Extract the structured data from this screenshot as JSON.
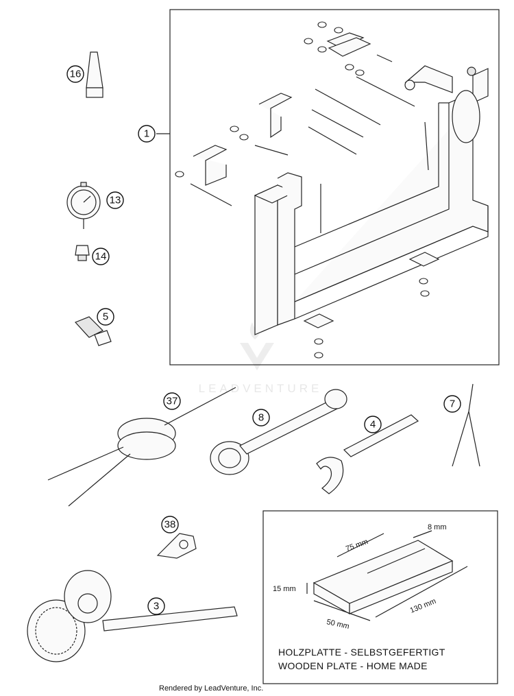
{
  "callouts": [
    {
      "id": "c16",
      "label": "16"
    },
    {
      "id": "c1",
      "label": "1"
    },
    {
      "id": "c13",
      "label": "13"
    },
    {
      "id": "c14",
      "label": "14"
    },
    {
      "id": "c5",
      "label": "5"
    },
    {
      "id": "c37",
      "label": "37"
    },
    {
      "id": "c8",
      "label": "8"
    },
    {
      "id": "c4",
      "label": "4"
    },
    {
      "id": "c7",
      "label": "7"
    },
    {
      "id": "c38",
      "label": "38"
    },
    {
      "id": "c3",
      "label": "3"
    }
  ],
  "wooden_plate": {
    "dim_length": "75 mm",
    "dim_slot": "8 mm",
    "dim_height": "15 mm",
    "dim_width": "50 mm",
    "dim_total": "130 mm",
    "caption_de": "HOLZPLATTE - SELBSTGEFERTIGT",
    "caption_en": "WOODEN PLATE - HOME MADE"
  },
  "watermark": "LEADVENTURE",
  "footer": "Rendered by LeadVenture, Inc."
}
